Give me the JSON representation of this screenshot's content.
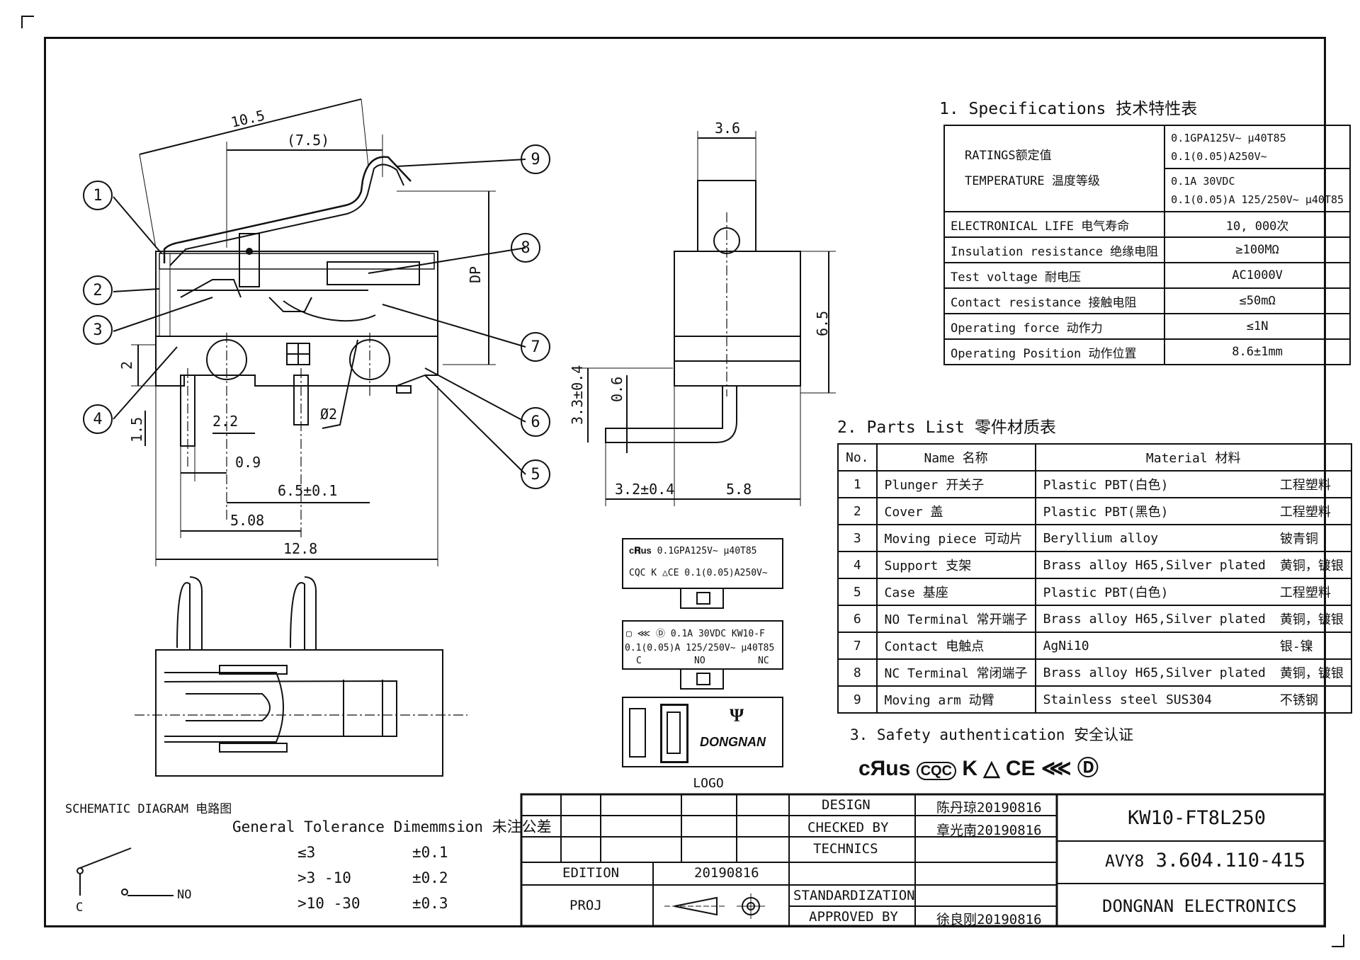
{
  "drawing": {
    "dimensions": {
      "d_10_5": "10.5",
      "d_7_5": "(7.5)",
      "d_DP": "DP",
      "d_2": "2",
      "d_2_2": "2.2",
      "d_1_5": "1.5",
      "d_phi2": "Ø2",
      "d_0_9": "0.9",
      "d_6_5": "6.5±0.1",
      "d_5_08": "5.08",
      "d_12_8": "12.8",
      "d_3_6": "3.6",
      "d_6_5b": "6.5",
      "d_3_3": "3.3±0.4",
      "d_0_6": "0.6",
      "d_3_2": "3.2±0.4",
      "d_5_8": "5.8"
    },
    "balloons": [
      "1",
      "2",
      "3",
      "4",
      "5",
      "6",
      "7",
      "8",
      "9"
    ],
    "logo_caption": "LOGO",
    "label1": {
      "line1": "0.1GPA125V~ μ40T85",
      "line2_prefix": "CQC",
      "line2": "0.1(0.05)A250V~"
    },
    "label2": {
      "line1": "0.1A 30VDC  KW10-F",
      "line2": "0.1(0.05)A 125/250V~ μ40T85",
      "c": "C",
      "no": "NO",
      "nc": "NC"
    },
    "brand": "DONGNAN"
  },
  "specifications": {
    "title": "1. Specifications  技术特性表",
    "ratings_label": "RATINGS额定值",
    "temperature_label": "TEMPERATURE 温度等级",
    "ratings_values": [
      "0.1GPA125V~ μ40T85",
      "0.1(0.05)A250V~"
    ],
    "temperature_values": [
      "0.1A 30VDC",
      "0.1(0.05)A 125/250V~ μ40T85"
    ],
    "rows": [
      {
        "label": "ELECTRONICAL LIFE 电气寿命",
        "value": "10, 000次"
      },
      {
        "label": "Insulation resistance 绝缘电阻",
        "value": "≥100MΩ"
      },
      {
        "label": "Test voltage 耐电压",
        "value": "AC1000V"
      },
      {
        "label": "Contact resistance 接触电阻",
        "value": "≤50mΩ"
      },
      {
        "label": "Operating force 动作力",
        "value": "≤1N"
      },
      {
        "label": "Operating Position 动作位置",
        "value": "8.6±1mm"
      }
    ]
  },
  "parts_list": {
    "title": "2. Parts List 零件材质表",
    "headers": [
      "No.",
      "Name 名称",
      "Material 材料"
    ],
    "rows": [
      [
        "1",
        "Plunger 开关子",
        "Plastic PBT(白色)",
        "工程塑料"
      ],
      [
        "2",
        "Cover 盖",
        "Plastic PBT(黑色)",
        "工程塑料"
      ],
      [
        "3",
        "Moving piece 可动片",
        "Beryllium alloy",
        "铍青铜"
      ],
      [
        "4",
        "Support 支架",
        "Brass alloy H65,Silver plated",
        "黄铜，镀银"
      ],
      [
        "5",
        "Case 基座",
        "Plastic PBT(白色)",
        "工程塑料"
      ],
      [
        "6",
        "NO Terminal 常开端子",
        "Brass alloy H65,Silver plated",
        "黄铜，镀银"
      ],
      [
        "7",
        "Contact 电触点",
        "AgNi10",
        "银-镍"
      ],
      [
        "8",
        "NC Terminal 常闭端子",
        "Brass alloy H65,Silver plated",
        "黄铜，镀银"
      ],
      [
        "9",
        "Moving arm 动臂",
        "Stainless steel SUS304",
        "不锈钢"
      ]
    ]
  },
  "safety": {
    "title": "3. Safety authentication  安全认证"
  },
  "schematic": {
    "title": "SCHEMATIC DIAGRAM 电路图",
    "c": "C",
    "no": "NO"
  },
  "tolerance": {
    "title": "General Tolerance Dimemmsion 未注公差",
    "rows": [
      [
        "≤3",
        "±0.1"
      ],
      [
        ">3 -10",
        "±0.2"
      ],
      [
        ">10 -30",
        "±0.3"
      ]
    ]
  },
  "title_block": {
    "design_label": "DESIGN",
    "design_value": "陈丹琼20190816",
    "checked_label": "CHECKED BY",
    "checked_value": "章光南20190816",
    "technics_label": "TECHNICS",
    "standardization_label": "STANDARDIZATION",
    "approved_label": "APPROVED BY",
    "approved_value": "徐良刚20190816",
    "edition_label": "EDITION",
    "edition_value": "20190816",
    "proj_label": "PROJ",
    "part_number": "KW10-FT8L250",
    "doc_prefix": "AVY8",
    "doc_number": "3.604.110-415",
    "company": "DONGNAN ELECTRONICS"
  }
}
